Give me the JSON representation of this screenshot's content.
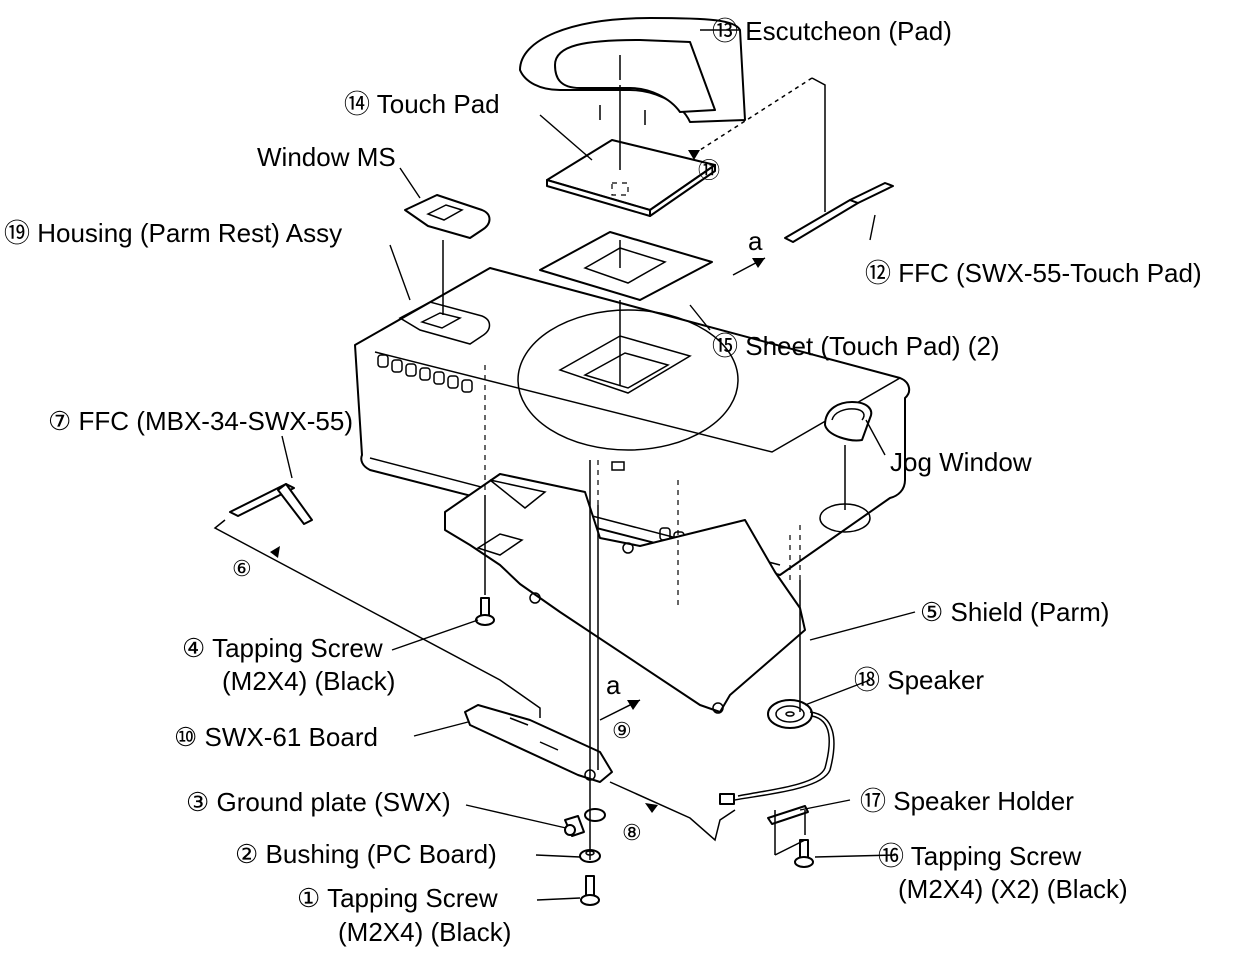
{
  "labels": {
    "escutcheon": "⑬ Escutcheon (Pad)",
    "touch_pad": "⑭ Touch Pad",
    "window_ms": "Window MS",
    "housing": "⑲ Housing (Parm Rest) Assy",
    "ffc_touch_pad": "⑫ FFC (SWX-55-Touch Pad)",
    "sheet": "⑮ Sheet (Touch Pad) (2)",
    "ffc_mbx": "⑦ FFC (MBX-34-SWX-55)",
    "jog_window": "Jog Window",
    "shield": "⑤ Shield (Parm)",
    "tapping_screw_4_line1": "④ Tapping Screw",
    "tapping_screw_4_line2": "(M2X4) (Black)",
    "speaker": "⑱ Speaker",
    "swx61_board": "⑩ SWX-61 Board",
    "ground_plate": "③ Ground plate (SWX)",
    "speaker_holder": "⑰ Speaker Holder",
    "bushing": "② Bushing (PC Board)",
    "tapping_screw_16_line1": "⑯ Tapping Screw",
    "tapping_screw_16_line2": "(M2X4) (X2) (Black)",
    "tapping_screw_1_line1": "① Tapping Screw",
    "tapping_screw_1_line2": "(M2X4) (Black)"
  },
  "steps": {
    "s6": "⑥",
    "s8": "⑧",
    "s9": "⑨",
    "s11": "⑪",
    "a_upper": "a",
    "a_lower": "a"
  }
}
